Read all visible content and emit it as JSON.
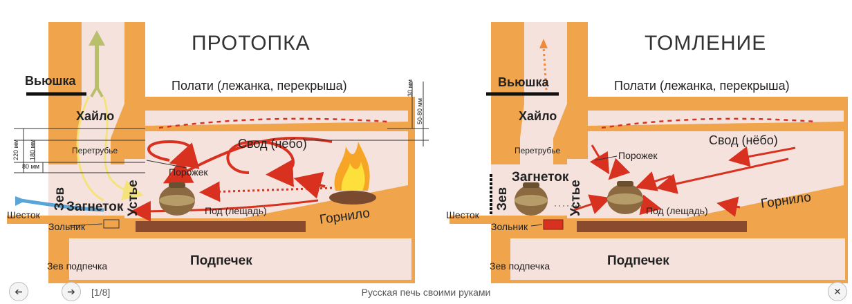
{
  "panels": [
    {
      "title": "ПРОТОПКА",
      "labels": {
        "vyushka": "Вьюшка",
        "polati": "Полати (лежанка, перекрыша)",
        "khailo": "Хайло",
        "perетрубье": "Перетрубье",
        "porozhek": "Порожек",
        "svod": "Свод (нёбо)",
        "zev": "Зев",
        "zagnetok": "Загнеток",
        "ustye": "Устье",
        "shestok": "Шесток",
        "pod": "Под (лещадь)",
        "gornilo": "Горнило",
        "zolnik": "Зольник",
        "podpechek": "Подпечек",
        "zev_podpechka": "Зев подпечка"
      },
      "dims": [
        "220 мм",
        "180 мм",
        "80 мм",
        "30 мм",
        "50-80 мм"
      ]
    },
    {
      "title": "ТОМЛЕНИЕ",
      "labels": {
        "vyushka": "Вьюшка",
        "polati": "Полати (лежанка, перекрыша)",
        "khailo": "Хайло",
        "perетрубье": "Перетрубье",
        "porozhek": "Порожек",
        "svod": "Свод (нёбо)",
        "zev": "Зев",
        "zagnetok": "Загнеток",
        "ustye": "Устье",
        "shestok": "Шесток",
        "pod": "Под (лещадь)",
        "gornilo": "Горнило",
        "zolnik": "Зольник",
        "podpechek": "Подпечек",
        "zev_podpechka": "Зев подпечка"
      }
    }
  ],
  "viewer": {
    "prev_icon": "arrow-left-icon",
    "next_icon": "arrow-right-icon",
    "close_icon": "close-icon",
    "counter": "[1/8]",
    "caption": "Русская печь своими руками"
  },
  "colors": {
    "brick": "#f0a44b",
    "cavity": "#f6e2dc",
    "flame": "#d8311f",
    "ember": "#7a4a2e",
    "smoke": "#b9bf6a",
    "air": "#5aa5d8"
  }
}
